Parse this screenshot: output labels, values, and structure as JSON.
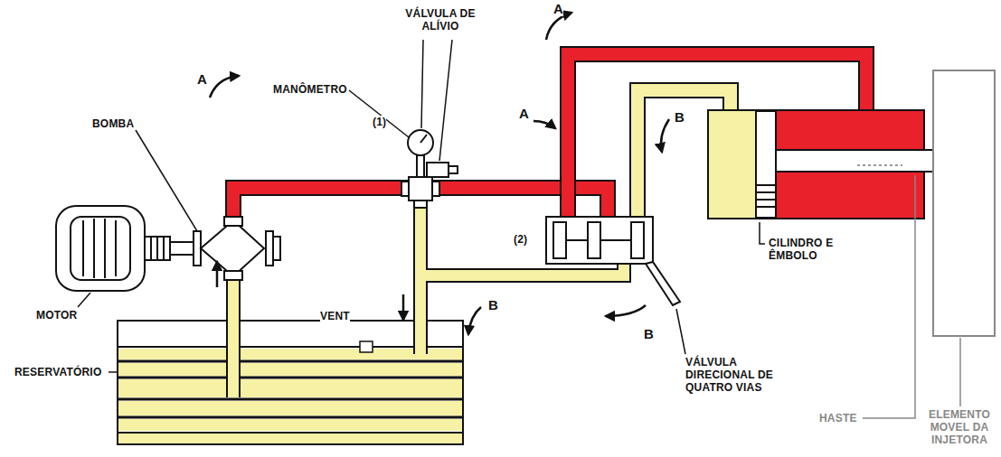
{
  "diagram": {
    "labels": [
      "A",
      "VÁLVULA DE ALÍVIO",
      "A",
      "MANÔMETRO",
      "(1)",
      "B",
      "A",
      "BOMBA",
      "(2)",
      "VENT",
      "B",
      "CILINDRO E ÊMBOLO",
      "MOTOR",
      "B",
      "VÁLVULA DIRECIONAL DE QUATRO VIAS",
      "RESERVATÓRIO",
      "HASTE",
      "ELEMENTO MOVEL DA INJETORA"
    ]
  }
}
